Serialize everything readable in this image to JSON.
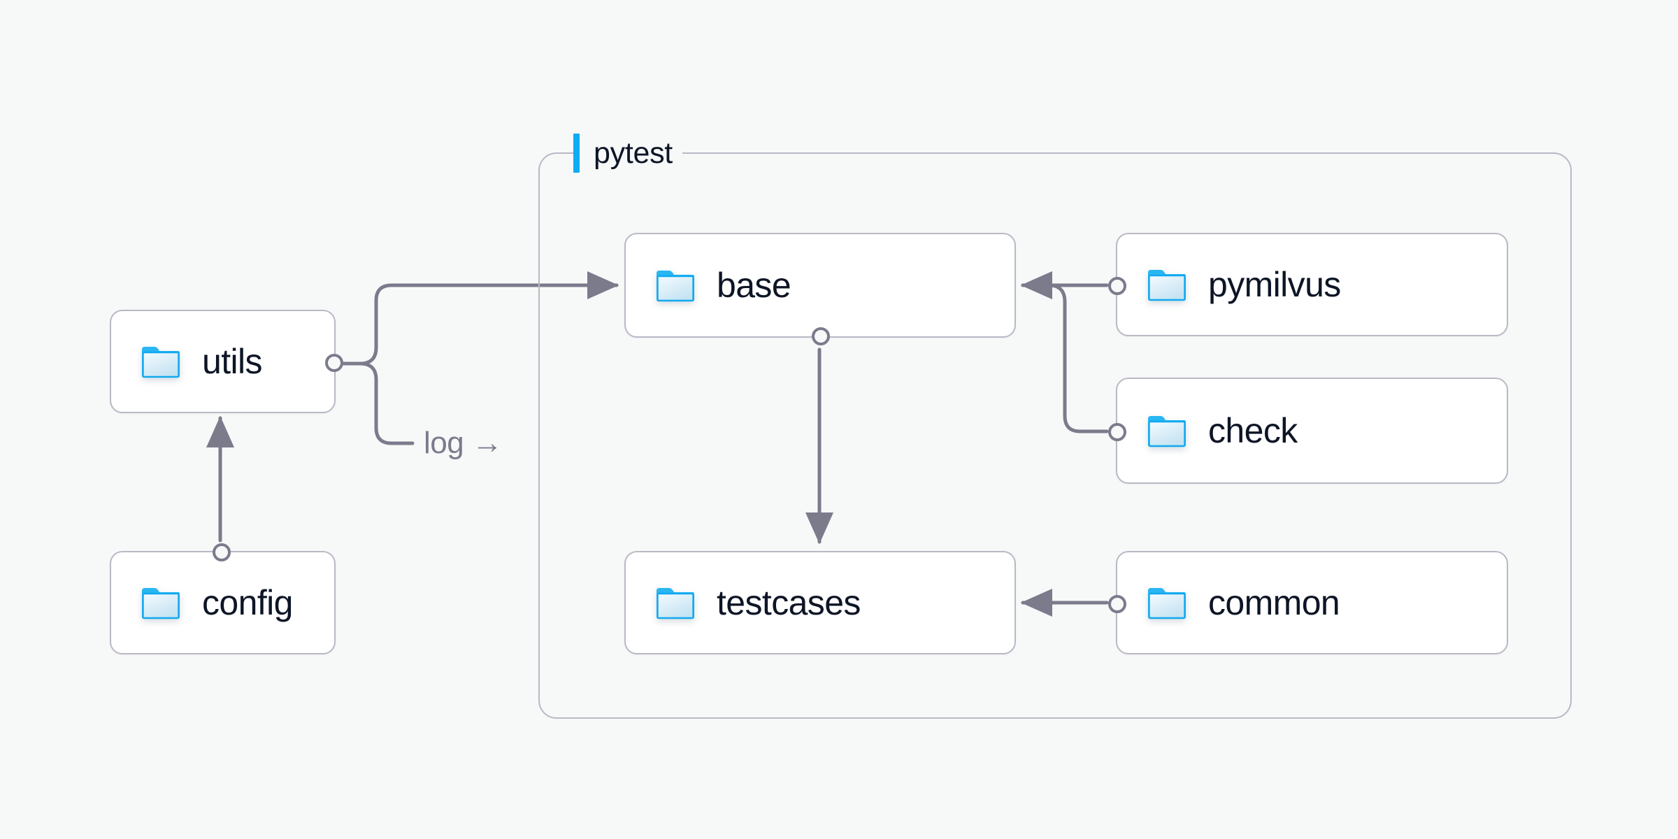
{
  "diagram": {
    "background_color": "#f7f8f8",
    "accent_color": "#0eacf2",
    "edge_color": "#7b7b8c",
    "node_border_color": "#b9b9c6",
    "text_color": "#0d1526"
  },
  "group": {
    "label": "pytest",
    "name": "pytest-group"
  },
  "nodes": [
    {
      "id": "utils",
      "label": "utils",
      "icon": "folder-icon"
    },
    {
      "id": "config",
      "label": "config",
      "icon": "folder-icon"
    },
    {
      "id": "base",
      "label": "base",
      "icon": "folder-icon"
    },
    {
      "id": "testcases",
      "label": "testcases",
      "icon": "folder-icon"
    },
    {
      "id": "pymilvus",
      "label": "pymilvus",
      "icon": "folder-icon"
    },
    {
      "id": "check",
      "label": "check",
      "icon": "folder-icon"
    },
    {
      "id": "common",
      "label": "common",
      "icon": "folder-icon"
    }
  ],
  "edges": [
    {
      "from": "utils",
      "to": "base",
      "label": ""
    },
    {
      "from": "utils",
      "to": "log",
      "label": "log →"
    },
    {
      "from": "config",
      "to": "utils",
      "label": ""
    },
    {
      "from": "base",
      "to": "testcases",
      "label": ""
    },
    {
      "from": "pymilvus",
      "to": "base",
      "label": ""
    },
    {
      "from": "check",
      "to": "base",
      "label": ""
    },
    {
      "from": "common",
      "to": "testcases",
      "label": ""
    }
  ],
  "edge_labels": {
    "log": "log →"
  }
}
